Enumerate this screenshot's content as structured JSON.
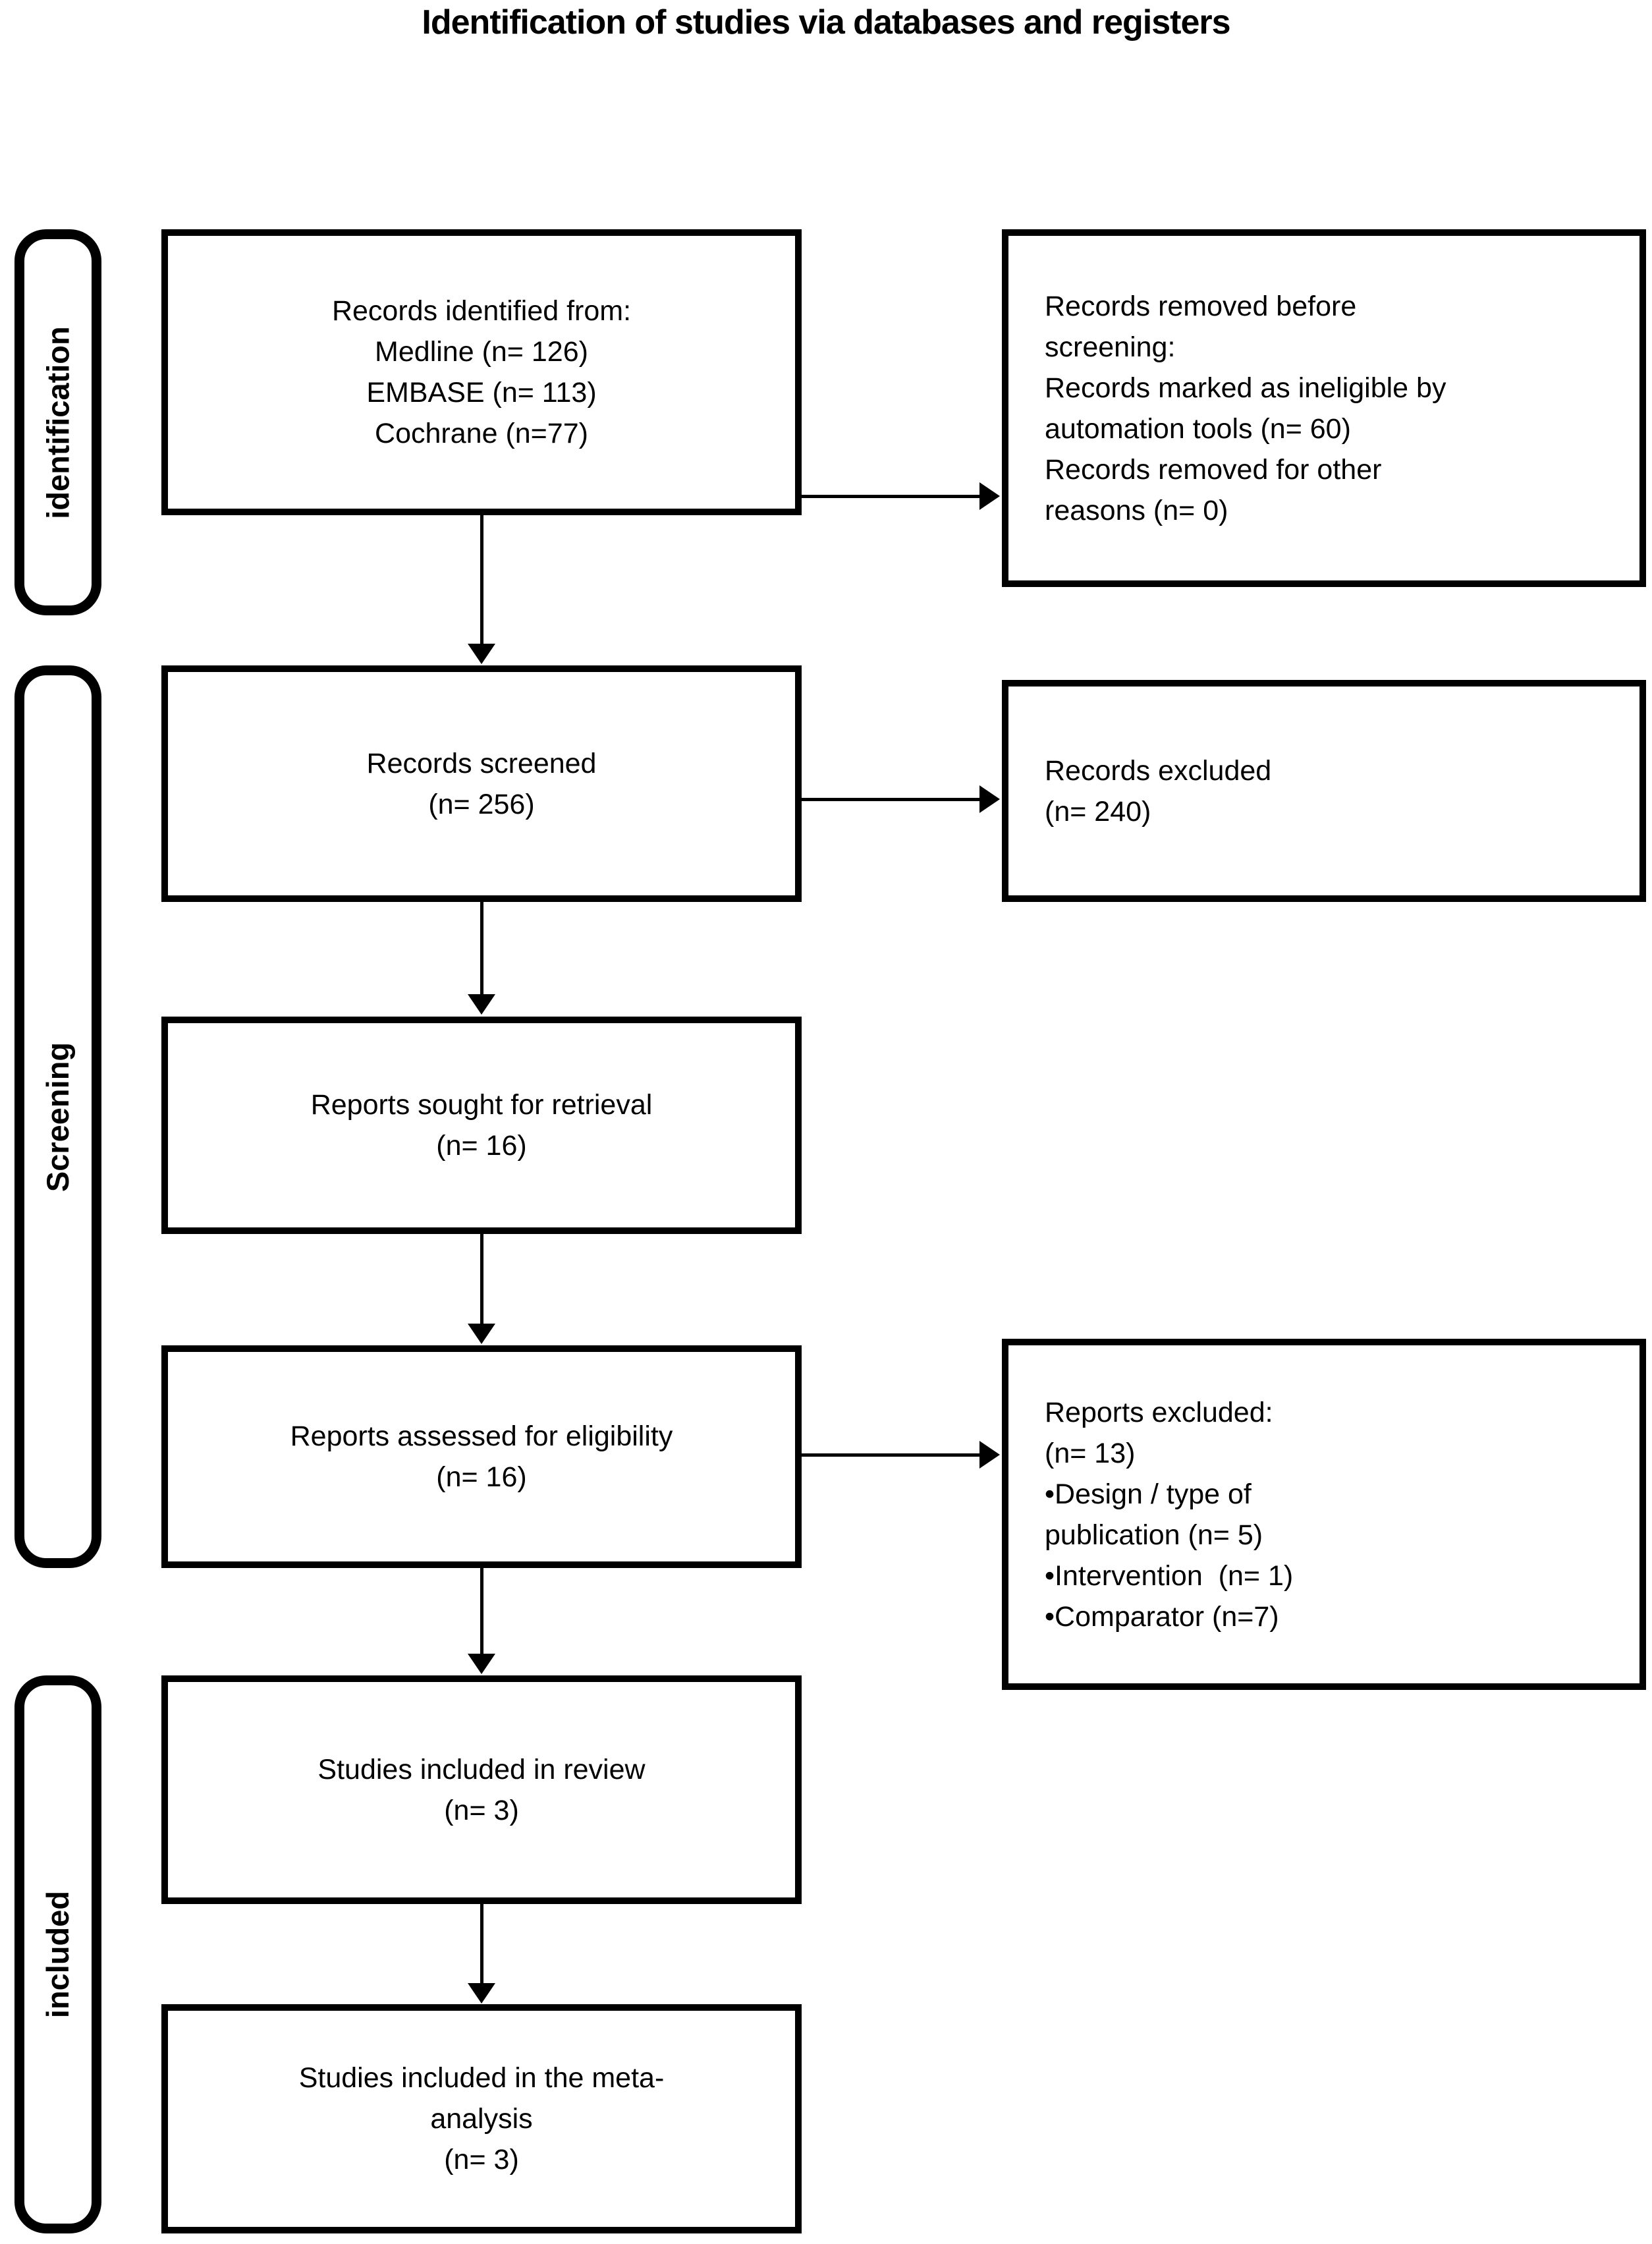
{
  "title": "Identification of studies via databases and registers",
  "sidebar": {
    "identification": "identification",
    "screening": "Screening",
    "included": "included"
  },
  "flow": {
    "records_identified": {
      "lines": [
        "Records identified from:",
        "Medline (n= 126)",
        "EMBASE (n= 113)",
        "Cochrane (n=77)"
      ]
    },
    "records_removed": {
      "lines": [
        "Records removed before",
        "screening:",
        "Records marked as ineligible by",
        "automation tools (n= 60)",
        "Records removed for other",
        "reasons (n= 0)"
      ]
    },
    "records_screened": {
      "lines": [
        "Records screened",
        "(n= 256)"
      ]
    },
    "records_excluded": {
      "lines": [
        "Records excluded",
        "(n= 240)"
      ]
    },
    "reports_sought": {
      "lines": [
        "Reports sought for retrieval",
        "(n= 16)"
      ]
    },
    "reports_assessed": {
      "lines": [
        "Reports assessed for eligibility",
        "(n= 16)"
      ]
    },
    "reports_excluded": {
      "lines": [
        "Reports excluded:",
        "(n= 13)",
        "•Design / type of",
        "publication (n= 5)",
        "•Intervention  (n= 1)",
        "•Comparator (n=7)"
      ]
    },
    "studies_included_review": {
      "lines": [
        "Studies included in review",
        "(n= 3)"
      ]
    },
    "studies_included_meta": {
      "lines": [
        "Studies included in the meta-",
        "analysis",
        "(n= 3)"
      ]
    }
  },
  "colors": {
    "line": "#000000",
    "background": "#ffffff",
    "box_background": "#ffffff"
  }
}
